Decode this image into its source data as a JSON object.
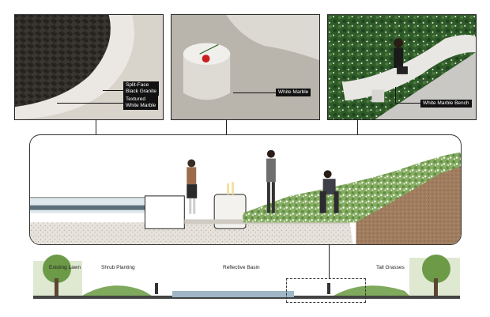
{
  "callouts": {
    "granite": "Split-Face\nBlack Granite",
    "textured_marble": "Textured\nWhite Marble",
    "white_marble": "White Marble",
    "bench": "White Marble Bench"
  },
  "overview_labels": {
    "existing_lawn": "Existing Lawn",
    "shrub_planting": "Shrub Planting",
    "reflective_basin": "Reflective Basin",
    "tall_grasses": "Tall Grasses"
  },
  "colors": {
    "granite": "#2a2724",
    "marble": "#e7e4df",
    "soil": "#a07d5f",
    "planting": "#7da55a",
    "water": "#9fb7c6"
  }
}
